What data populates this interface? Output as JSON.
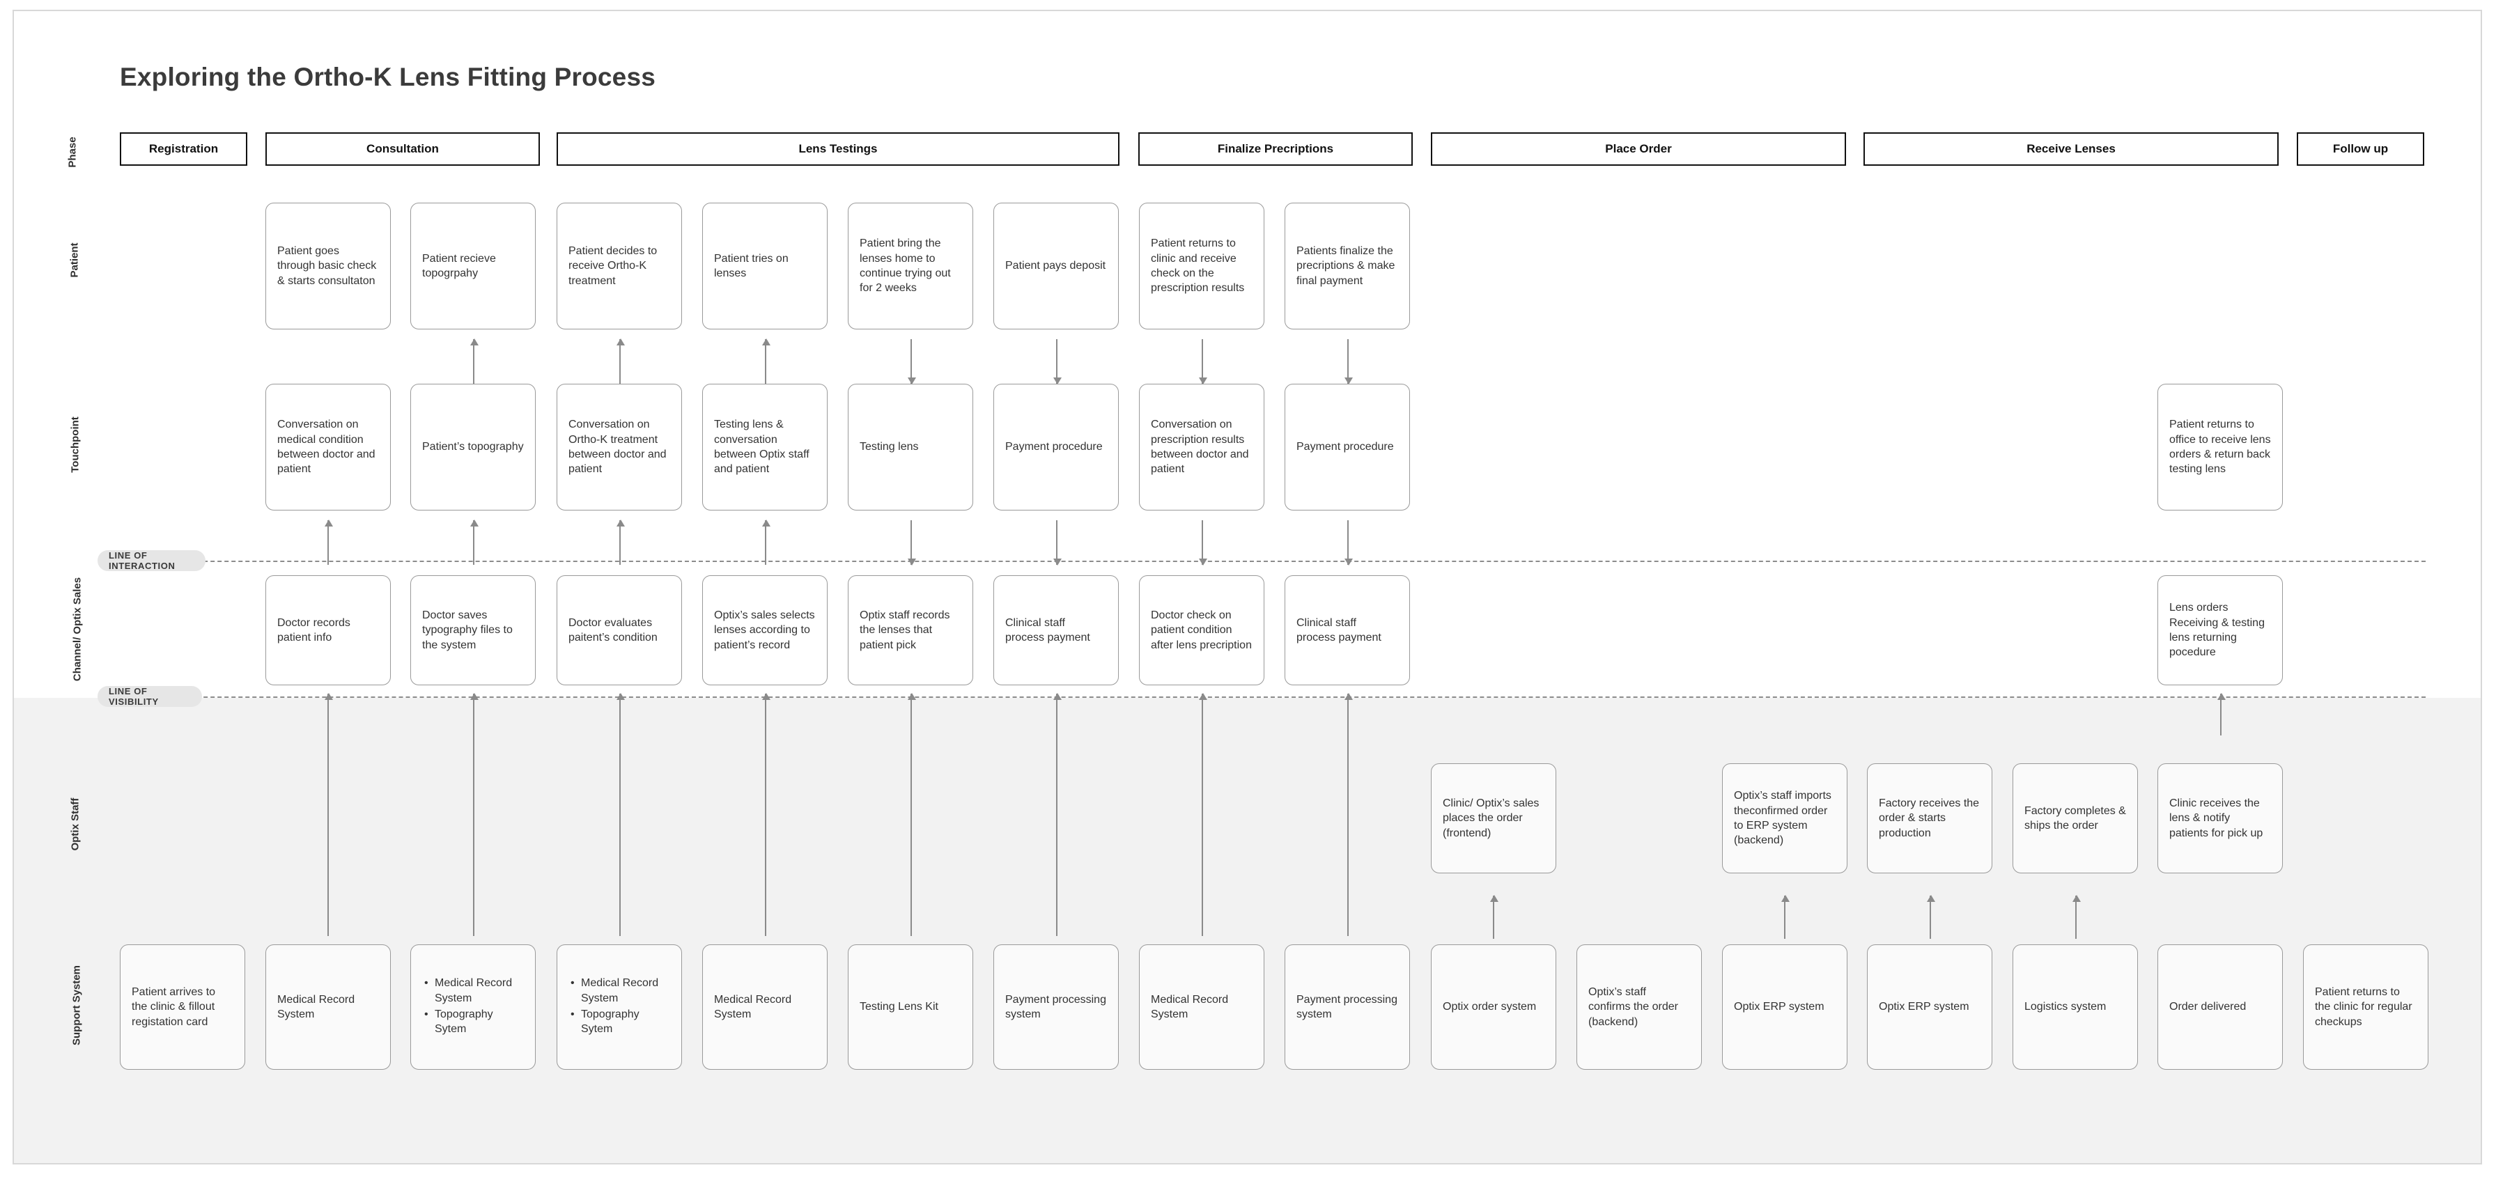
{
  "page": {
    "title": "Exploring the Ortho-K Lens Fitting Process",
    "accent_line_color": "#8c8c8c",
    "card_border_color": "#9a9a9a",
    "backstage_background": "#f2f2f2"
  },
  "row_labels": {
    "phase": "Phase",
    "patient": "Patient",
    "touchpoint": "Touchpoint",
    "channel": "Channel/ Optix Sales",
    "optix_staff": "Optix Staff",
    "support_system": "Support System"
  },
  "divider_labels": {
    "interaction": "LINE OF INTERACTION",
    "visibility": "LINE OF VISIBILITY"
  },
  "phases": [
    {
      "label": "Registration"
    },
    {
      "label": "Consultation"
    },
    {
      "label": "Lens Testings"
    },
    {
      "label": "Finalize Precriptions"
    },
    {
      "label": "Place Order"
    },
    {
      "label": "Receive Lenses"
    },
    {
      "label": "Follow up"
    }
  ],
  "patient_row": [
    {
      "text": "Patient goes through basic check & starts consultaton"
    },
    {
      "text": "Patient recieve topogrpahy"
    },
    {
      "text": "Patient decides to receive  Ortho-K treatment"
    },
    {
      "text": "Patient tries on lenses"
    },
    {
      "text": "Patient bring the lenses home to continue trying out for 2 weeks"
    },
    {
      "text": "Patient pays deposit"
    },
    {
      "text": "Patient returns to clinic and receive check on the prescription results"
    },
    {
      "text": "Patients finalize the precriptions & make final payment"
    }
  ],
  "touchpoint_row": [
    {
      "text": "Conversation on medical condition between doctor and patient"
    },
    {
      "text": "Patient’s topography"
    },
    {
      "text": "Conversation on Ortho-K treatment between doctor and patient"
    },
    {
      "text": "Testing lens & conversation between Optix staff and patient"
    },
    {
      "text": "Testing lens"
    },
    {
      "text": "Payment procedure"
    },
    {
      "text": "Conversation on prescription results between doctor and patient"
    },
    {
      "text": "Payment procedure"
    },
    {
      "text": "Patient returns to office to receive lens orders & return back testing lens"
    }
  ],
  "channel_row": [
    {
      "text": "Doctor records patient info"
    },
    {
      "text": "Doctor saves typography files to the system"
    },
    {
      "text": "Doctor evaluates paitent’s condition"
    },
    {
      "text": "Optix’s sales selects lenses according to patient’s record"
    },
    {
      "text": "Optix staff records the lenses that patient pick"
    },
    {
      "text": "Clinical staff process payment"
    },
    {
      "text": "Doctor check on patient condition after lens precription"
    },
    {
      "text": "Clinical staff process payment"
    },
    {
      "text": "Lens orders Receiving & testing lens returning pocedure"
    }
  ],
  "optix_staff_row": [
    {
      "text": "Clinic/ Optix’s sales places the order (frontend)"
    },
    {
      "text": "Optix’s staff imports theconfirmed order to ERP system (backend)"
    },
    {
      "text": "Factory receives the order & starts production"
    },
    {
      "text": "Factory completes & ships the order"
    },
    {
      "text": "Clinic receives the lens & notify patients for pick up"
    }
  ],
  "support_row": [
    {
      "text": "Patient arrives to the clinic & fillout registation card",
      "bullets": []
    },
    {
      "text": "Medical Record System",
      "bullets": []
    },
    {
      "text": "",
      "bullets": [
        "Medical Record System",
        "Topography Sytem"
      ]
    },
    {
      "text": "",
      "bullets": [
        "Medical Record System",
        "Topography Sytem"
      ]
    },
    {
      "text": "Medical Record System",
      "bullets": []
    },
    {
      "text": "Testing Lens Kit",
      "bullets": []
    },
    {
      "text": "Payment processing system",
      "bullets": []
    },
    {
      "text": "Medical Record System",
      "bullets": []
    },
    {
      "text": "Payment processing system",
      "bullets": []
    },
    {
      "text": "Optix order system",
      "bullets": []
    },
    {
      "text": "Optix’s staff confirms the order (backend)",
      "bullets": []
    },
    {
      "text": "Optix ERP system",
      "bullets": []
    },
    {
      "text": "Optix ERP system",
      "bullets": []
    },
    {
      "text": "Logistics system",
      "bullets": []
    },
    {
      "text": "Order delivered",
      "bullets": []
    },
    {
      "text": "Patient returns to the clinic for regular checkups",
      "bullets": []
    }
  ]
}
